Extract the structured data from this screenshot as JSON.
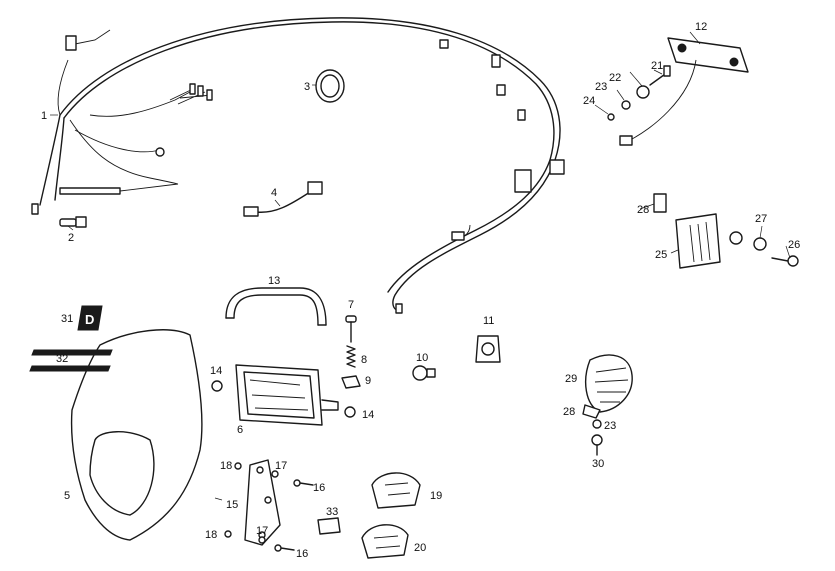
{
  "callouts": [
    {
      "id": "c1",
      "text": "1"
    },
    {
      "id": "c2",
      "text": "2"
    },
    {
      "id": "c3",
      "text": "3"
    },
    {
      "id": "c4",
      "text": "4"
    },
    {
      "id": "c5",
      "text": "5"
    },
    {
      "id": "c6",
      "text": "6"
    },
    {
      "id": "c7",
      "text": "7"
    },
    {
      "id": "c8",
      "text": "8"
    },
    {
      "id": "c9",
      "text": "9"
    },
    {
      "id": "c10",
      "text": "10"
    },
    {
      "id": "c11",
      "text": "11"
    },
    {
      "id": "c12",
      "text": "12"
    },
    {
      "id": "c13",
      "text": "13"
    },
    {
      "id": "c14a",
      "text": "14"
    },
    {
      "id": "c14b",
      "text": "14"
    },
    {
      "id": "c15",
      "text": "15"
    },
    {
      "id": "c16a",
      "text": "16"
    },
    {
      "id": "c16b",
      "text": "16"
    },
    {
      "id": "c17a",
      "text": "17"
    },
    {
      "id": "c17b",
      "text": "17"
    },
    {
      "id": "c18a",
      "text": "18"
    },
    {
      "id": "c18b",
      "text": "18"
    },
    {
      "id": "c19",
      "text": "19"
    },
    {
      "id": "c20",
      "text": "20"
    },
    {
      "id": "c21",
      "text": "21"
    },
    {
      "id": "c22",
      "text": "22"
    },
    {
      "id": "c23a",
      "text": "23"
    },
    {
      "id": "c23b",
      "text": "23"
    },
    {
      "id": "c24",
      "text": "24"
    },
    {
      "id": "c25",
      "text": "25"
    },
    {
      "id": "c26",
      "text": "26"
    },
    {
      "id": "c27",
      "text": "27"
    },
    {
      "id": "c28a",
      "text": "28"
    },
    {
      "id": "c28b",
      "text": "28"
    },
    {
      "id": "c29",
      "text": "29"
    },
    {
      "id": "c30",
      "text": "30"
    },
    {
      "id": "c31",
      "text": "31"
    },
    {
      "id": "c32",
      "text": "32"
    },
    {
      "id": "c33",
      "text": "33"
    }
  ],
  "decal": {
    "letter": "D"
  }
}
